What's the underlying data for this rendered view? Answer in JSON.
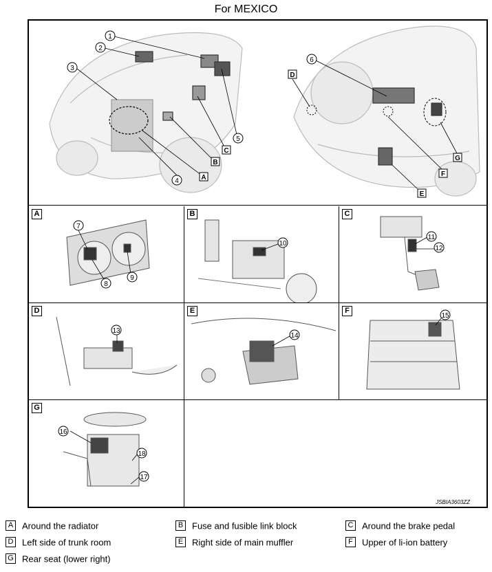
{
  "header": {
    "title": "For MEXICO"
  },
  "diagram_code": "JSBIA3603ZZ",
  "overview": {
    "front_callouts": [
      "1",
      "2",
      "3",
      "4",
      "5"
    ],
    "front_letters": [
      "A",
      "B",
      "C"
    ],
    "rear_callouts": [
      "6"
    ],
    "rear_letters": [
      "D",
      "E",
      "F",
      "G"
    ]
  },
  "panels": [
    {
      "key": "A",
      "callouts": [
        "7",
        "8",
        "9"
      ]
    },
    {
      "key": "B",
      "callouts": [
        "10"
      ]
    },
    {
      "key": "C",
      "callouts": [
        "11",
        "12"
      ]
    },
    {
      "key": "D",
      "callouts": [
        "13"
      ]
    },
    {
      "key": "E",
      "callouts": [
        "14"
      ]
    },
    {
      "key": "F",
      "callouts": [
        "15"
      ]
    },
    {
      "key": "G",
      "callouts": [
        "16",
        "17",
        "18"
      ]
    }
  ],
  "legend": [
    {
      "key": "A",
      "text": "Around the radiator"
    },
    {
      "key": "B",
      "text": "Fuse and fusible link block"
    },
    {
      "key": "C",
      "text": "Around the brake pedal"
    },
    {
      "key": "D",
      "text": "Left side of trunk room"
    },
    {
      "key": "E",
      "text": "Right side of main muffler"
    },
    {
      "key": "F",
      "text": "Upper of li-ion battery"
    },
    {
      "key": "G",
      "text": "Rear seat (lower right)"
    }
  ]
}
